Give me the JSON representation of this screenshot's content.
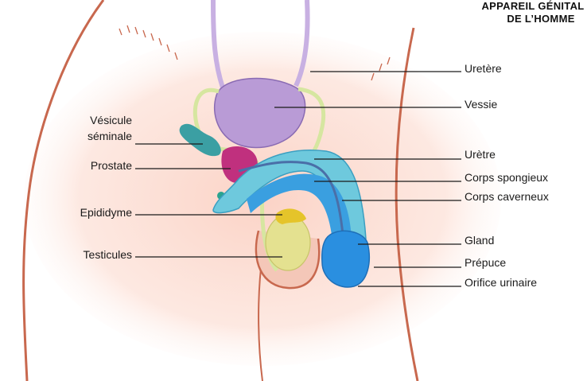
{
  "title": {
    "line1": "APPAREIL GÉNITAL",
    "line2": "DE L’HOMME"
  },
  "labels": {
    "left": {
      "vesicule_line1": "Vésicule",
      "vesicule_line2": "séminale",
      "prostate": "Prostate",
      "epididyme": "Epididyme",
      "testicules": "Testicules"
    },
    "right": {
      "uretere": "Uretère",
      "vessie": "Vessie",
      "uretre": "Urètre",
      "corps_spongieux": "Corps spongieux",
      "corps_caverneux": "Corps caverneux",
      "gland": "Gland",
      "prepuce": "Prépuce",
      "orifice": "Orifice urinaire"
    }
  },
  "colors": {
    "skin_outline": "#c8684e",
    "skin_glow": "#fbd9cf",
    "bladder": "#b99bd6",
    "ureter": "#c8b0e2",
    "vas_deferens": "#d6e6a0",
    "prostate": "#c0307e",
    "seminal_vesicle": "#3b9fa3",
    "spongiosum": "#6ec9dd",
    "cavernosum": "#3a9fe0",
    "glans": "#2a8fe0",
    "testicle": "#e4e190",
    "epididymis": "#e5c42a",
    "urethra": "#4a6fa8",
    "leader_line": "#1a1a1a"
  }
}
